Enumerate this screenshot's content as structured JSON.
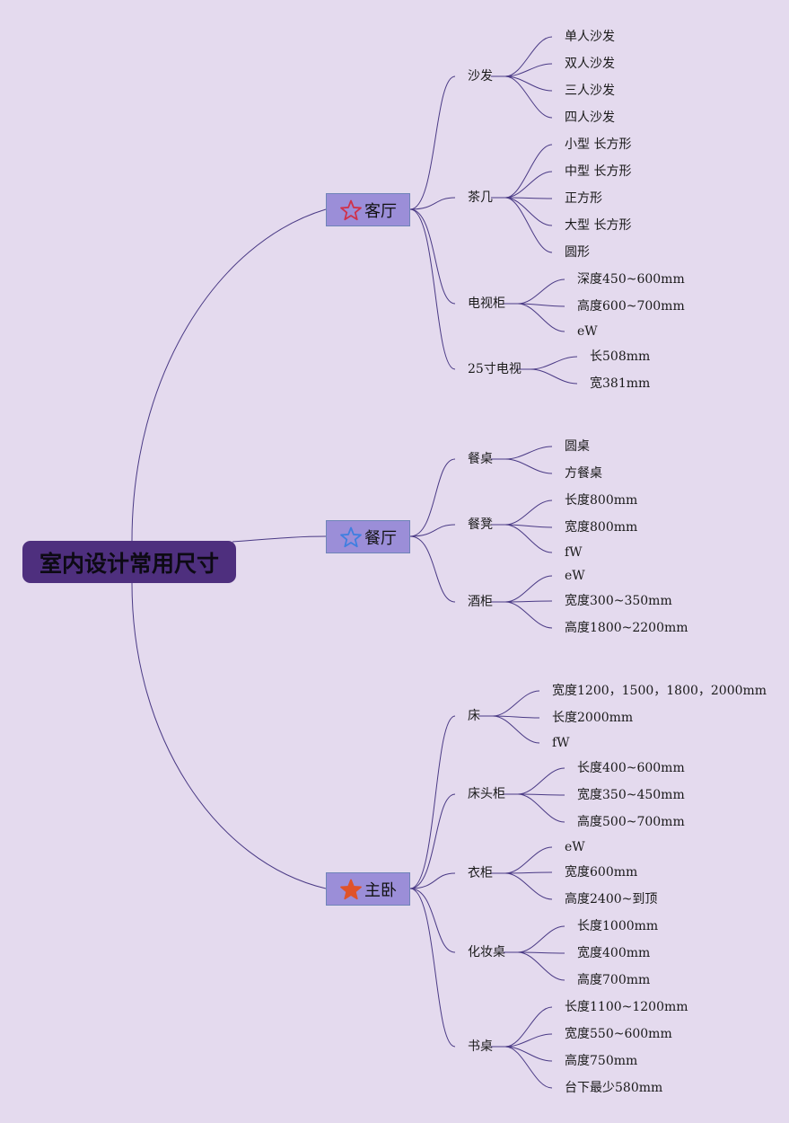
{
  "root": {
    "label": "室内设计常用尺寸"
  },
  "branches": [
    {
      "label": "客厅",
      "icon": "star-outline-icon",
      "icon_color": "#d0314a",
      "children": [
        {
          "label": "沙发",
          "leaves": [
            "单人沙发",
            "双人沙发",
            "三人沙发",
            "四人沙发"
          ]
        },
        {
          "label": "茶几",
          "leaves": [
            "小型 长方形",
            "中型 长方形",
            "正方形",
            "大型 长方形",
            "圆形"
          ]
        },
        {
          "label": "电视柜",
          "leaves": [
            "深度450~600mm",
            "高度600~700mm",
            "eW"
          ]
        },
        {
          "label": "25寸电视",
          "leaves": [
            "长508mm",
            "宽381mm"
          ]
        }
      ]
    },
    {
      "label": "餐厅",
      "icon": "star-outline-icon",
      "icon_color": "#3f7fe0",
      "children": [
        {
          "label": "餐桌",
          "leaves": [
            "圆桌",
            "方餐桌"
          ]
        },
        {
          "label": "餐凳",
          "leaves": [
            "长度800mm",
            "宽度800mm",
            "fW"
          ]
        },
        {
          "label": "酒柜",
          "leaves": [
            "eW",
            "宽度300~350mm",
            "高度1800~2200mm"
          ]
        }
      ]
    },
    {
      "label": "主卧",
      "icon": "star-filled-icon",
      "icon_color": "#e0532a",
      "children": [
        {
          "label": "床",
          "leaves": [
            "宽度1200，1500，1800，2000mm",
            "长度2000mm",
            "fW"
          ]
        },
        {
          "label": "床头柜",
          "leaves": [
            "长度400~600mm",
            "宽度350~450mm",
            "高度500~700mm"
          ]
        },
        {
          "label": "衣柜",
          "leaves": [
            "eW",
            "宽度600mm",
            "高度2400~到顶"
          ]
        },
        {
          "label": "化妆桌",
          "leaves": [
            "长度1000mm",
            "宽度400mm",
            "高度700mm"
          ]
        },
        {
          "label": "书桌",
          "leaves": [
            "长度1100~1200mm",
            "宽度550~600mm",
            "高度750mm",
            "台下最少580mm"
          ]
        }
      ]
    }
  ],
  "colors": {
    "background": "#e4daee",
    "line": "#4a3a85",
    "root_fill": "#4e2f7e",
    "branch_fill": "#9b8ed8"
  }
}
